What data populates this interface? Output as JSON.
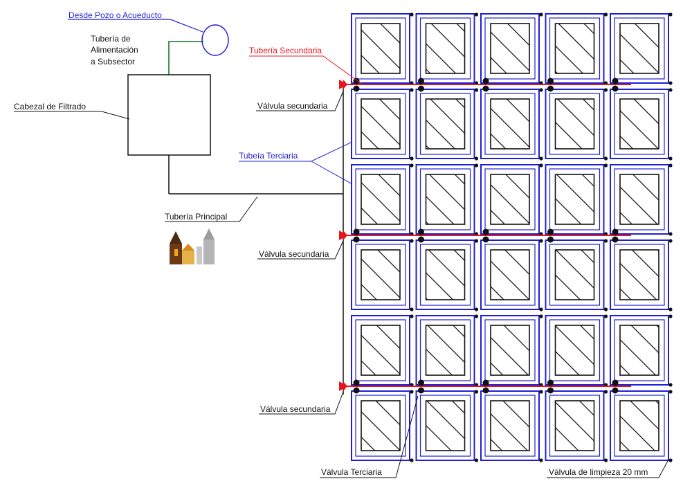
{
  "labels": {
    "source": "Desde Pozo o Acueducto",
    "feed_line1": "Tubería de",
    "feed_line2": "Alimentación",
    "feed_line3": "a Subsector",
    "filter_head": "Cabezal de Filtrado",
    "main_pipe": "Tubería Principal",
    "secondary_pipe": "Tubería Secundaria",
    "tertiary_pipe": "Tubeía Terciaria",
    "secondary_valve_1": "Válvula secundaria",
    "secondary_valve_2": "Válvula secundaria",
    "secondary_valve_3": "Válvula secundaria",
    "tertiary_valve": "Válvula Terciaria",
    "cleaning_valve": "Válvula de limpieza 20 mm"
  },
  "colors": {
    "blue": "#1f1fd6",
    "red": "#e8141e",
    "green": "#2e8b3a",
    "black": "#111111"
  },
  "grid": {
    "rows": 6,
    "cols": 5
  },
  "icons": [
    "church-logo-icon"
  ]
}
